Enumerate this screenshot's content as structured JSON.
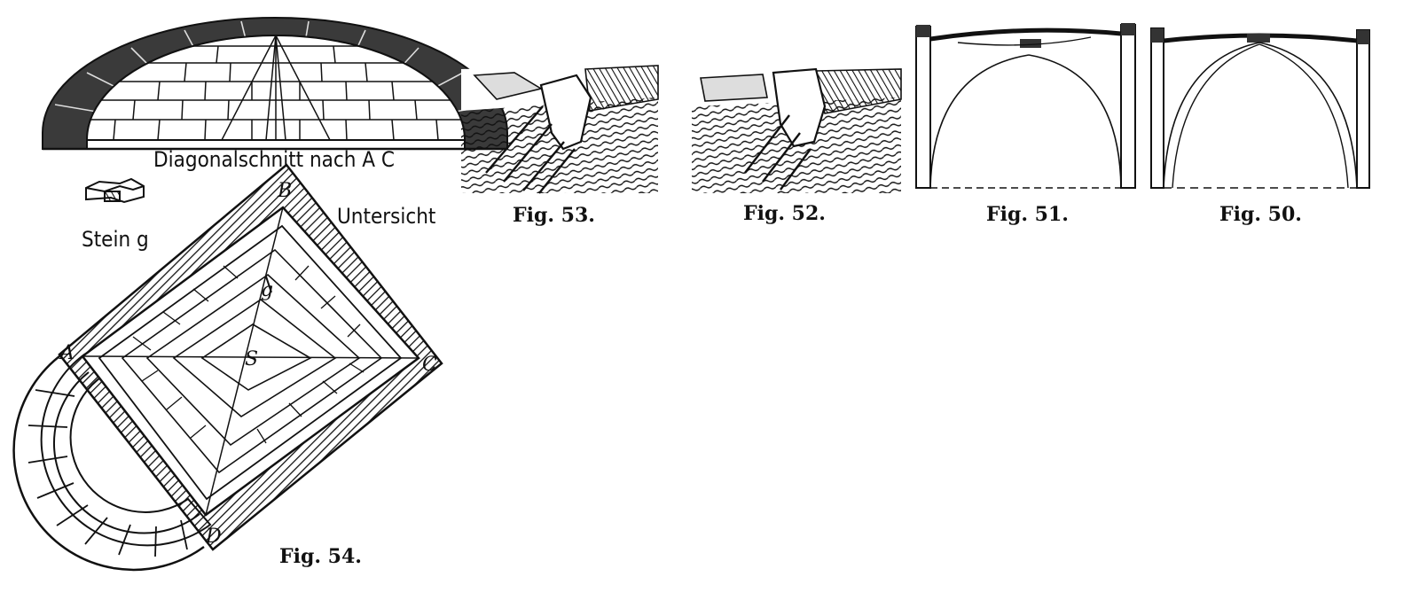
{
  "labels": {
    "section": "Diagonalschnitt nach A C",
    "underside": "Untersicht",
    "stone": "Stein g"
  },
  "points": {
    "A": "A",
    "B": "B",
    "C": "C",
    "D": "D",
    "S": "S",
    "g": "g"
  },
  "figures": {
    "fig50": "Fig. 50.",
    "fig51": "Fig. 51.",
    "fig52": "Fig. 52.",
    "fig53": "Fig. 53.",
    "fig54": "Fig. 54."
  }
}
